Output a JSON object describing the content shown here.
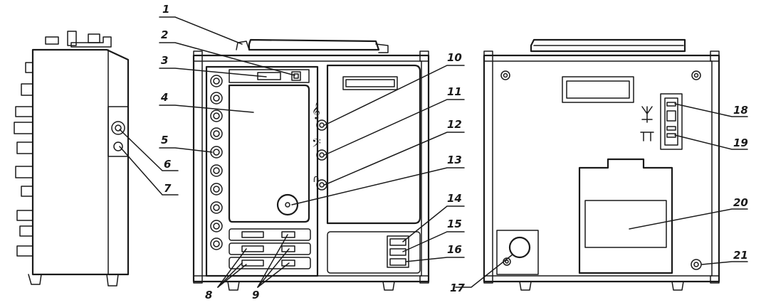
{
  "callouts": {
    "c1": "1",
    "c2": "2",
    "c3": "3",
    "c4": "4",
    "c5": "5",
    "c6": "6",
    "c7": "7",
    "c8": "8",
    "c9": "9",
    "c10": "10",
    "c11": "11",
    "c12": "12",
    "c13": "13",
    "c14": "14",
    "c15": "15",
    "c16": "16",
    "c17": "17",
    "c18": "18",
    "c19": "19",
    "c20": "20",
    "c21": "21"
  },
  "symbols": {
    "treble_clef": "𝄞",
    "bass_clef": "𝄢",
    "headphone_glyph": "∩"
  },
  "colors": {
    "ink": "#1a1a1a",
    "paper": "#ffffff"
  }
}
